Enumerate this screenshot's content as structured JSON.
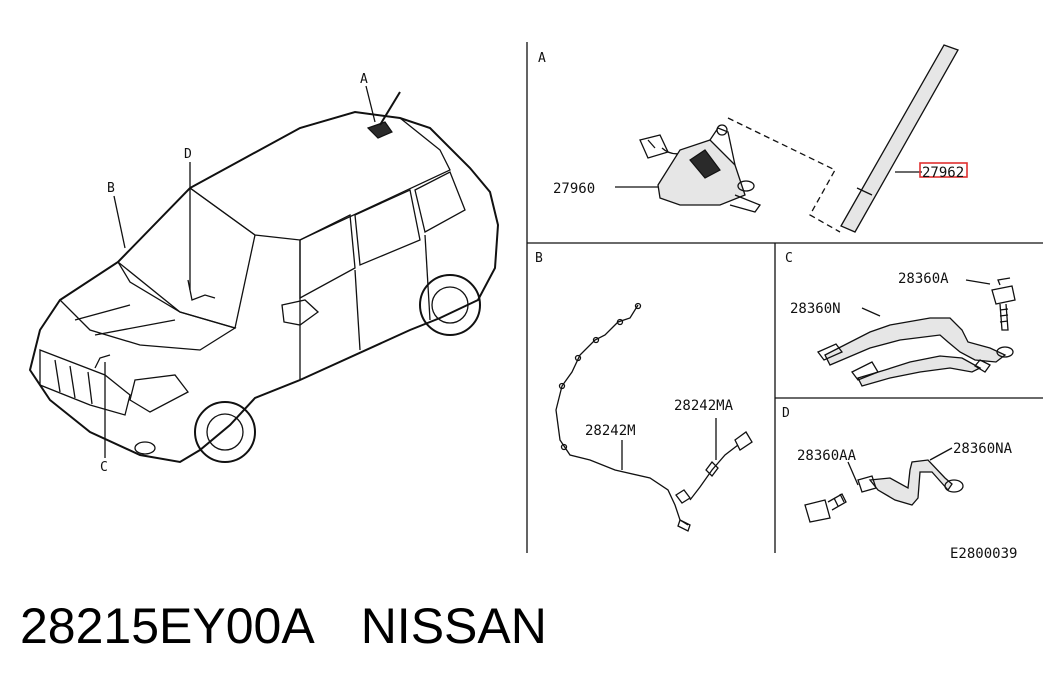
{
  "sections": [
    "A",
    "B",
    "C",
    "D"
  ],
  "car_callouts": [
    "A",
    "B",
    "C",
    "D"
  ],
  "parts": {
    "p27960": "27960",
    "p27962": "27962",
    "p28242M": "28242M",
    "p28242MA": "28242MA",
    "p28360A": "28360A",
    "p28360N": "28360N",
    "p28360AA": "28360AA",
    "p28360NA": "28360NA"
  },
  "highlight_color": "#e03030",
  "diagram_code": "E2800039",
  "caption": {
    "part_number": "28215EY00A",
    "brand": "NISSAN"
  }
}
